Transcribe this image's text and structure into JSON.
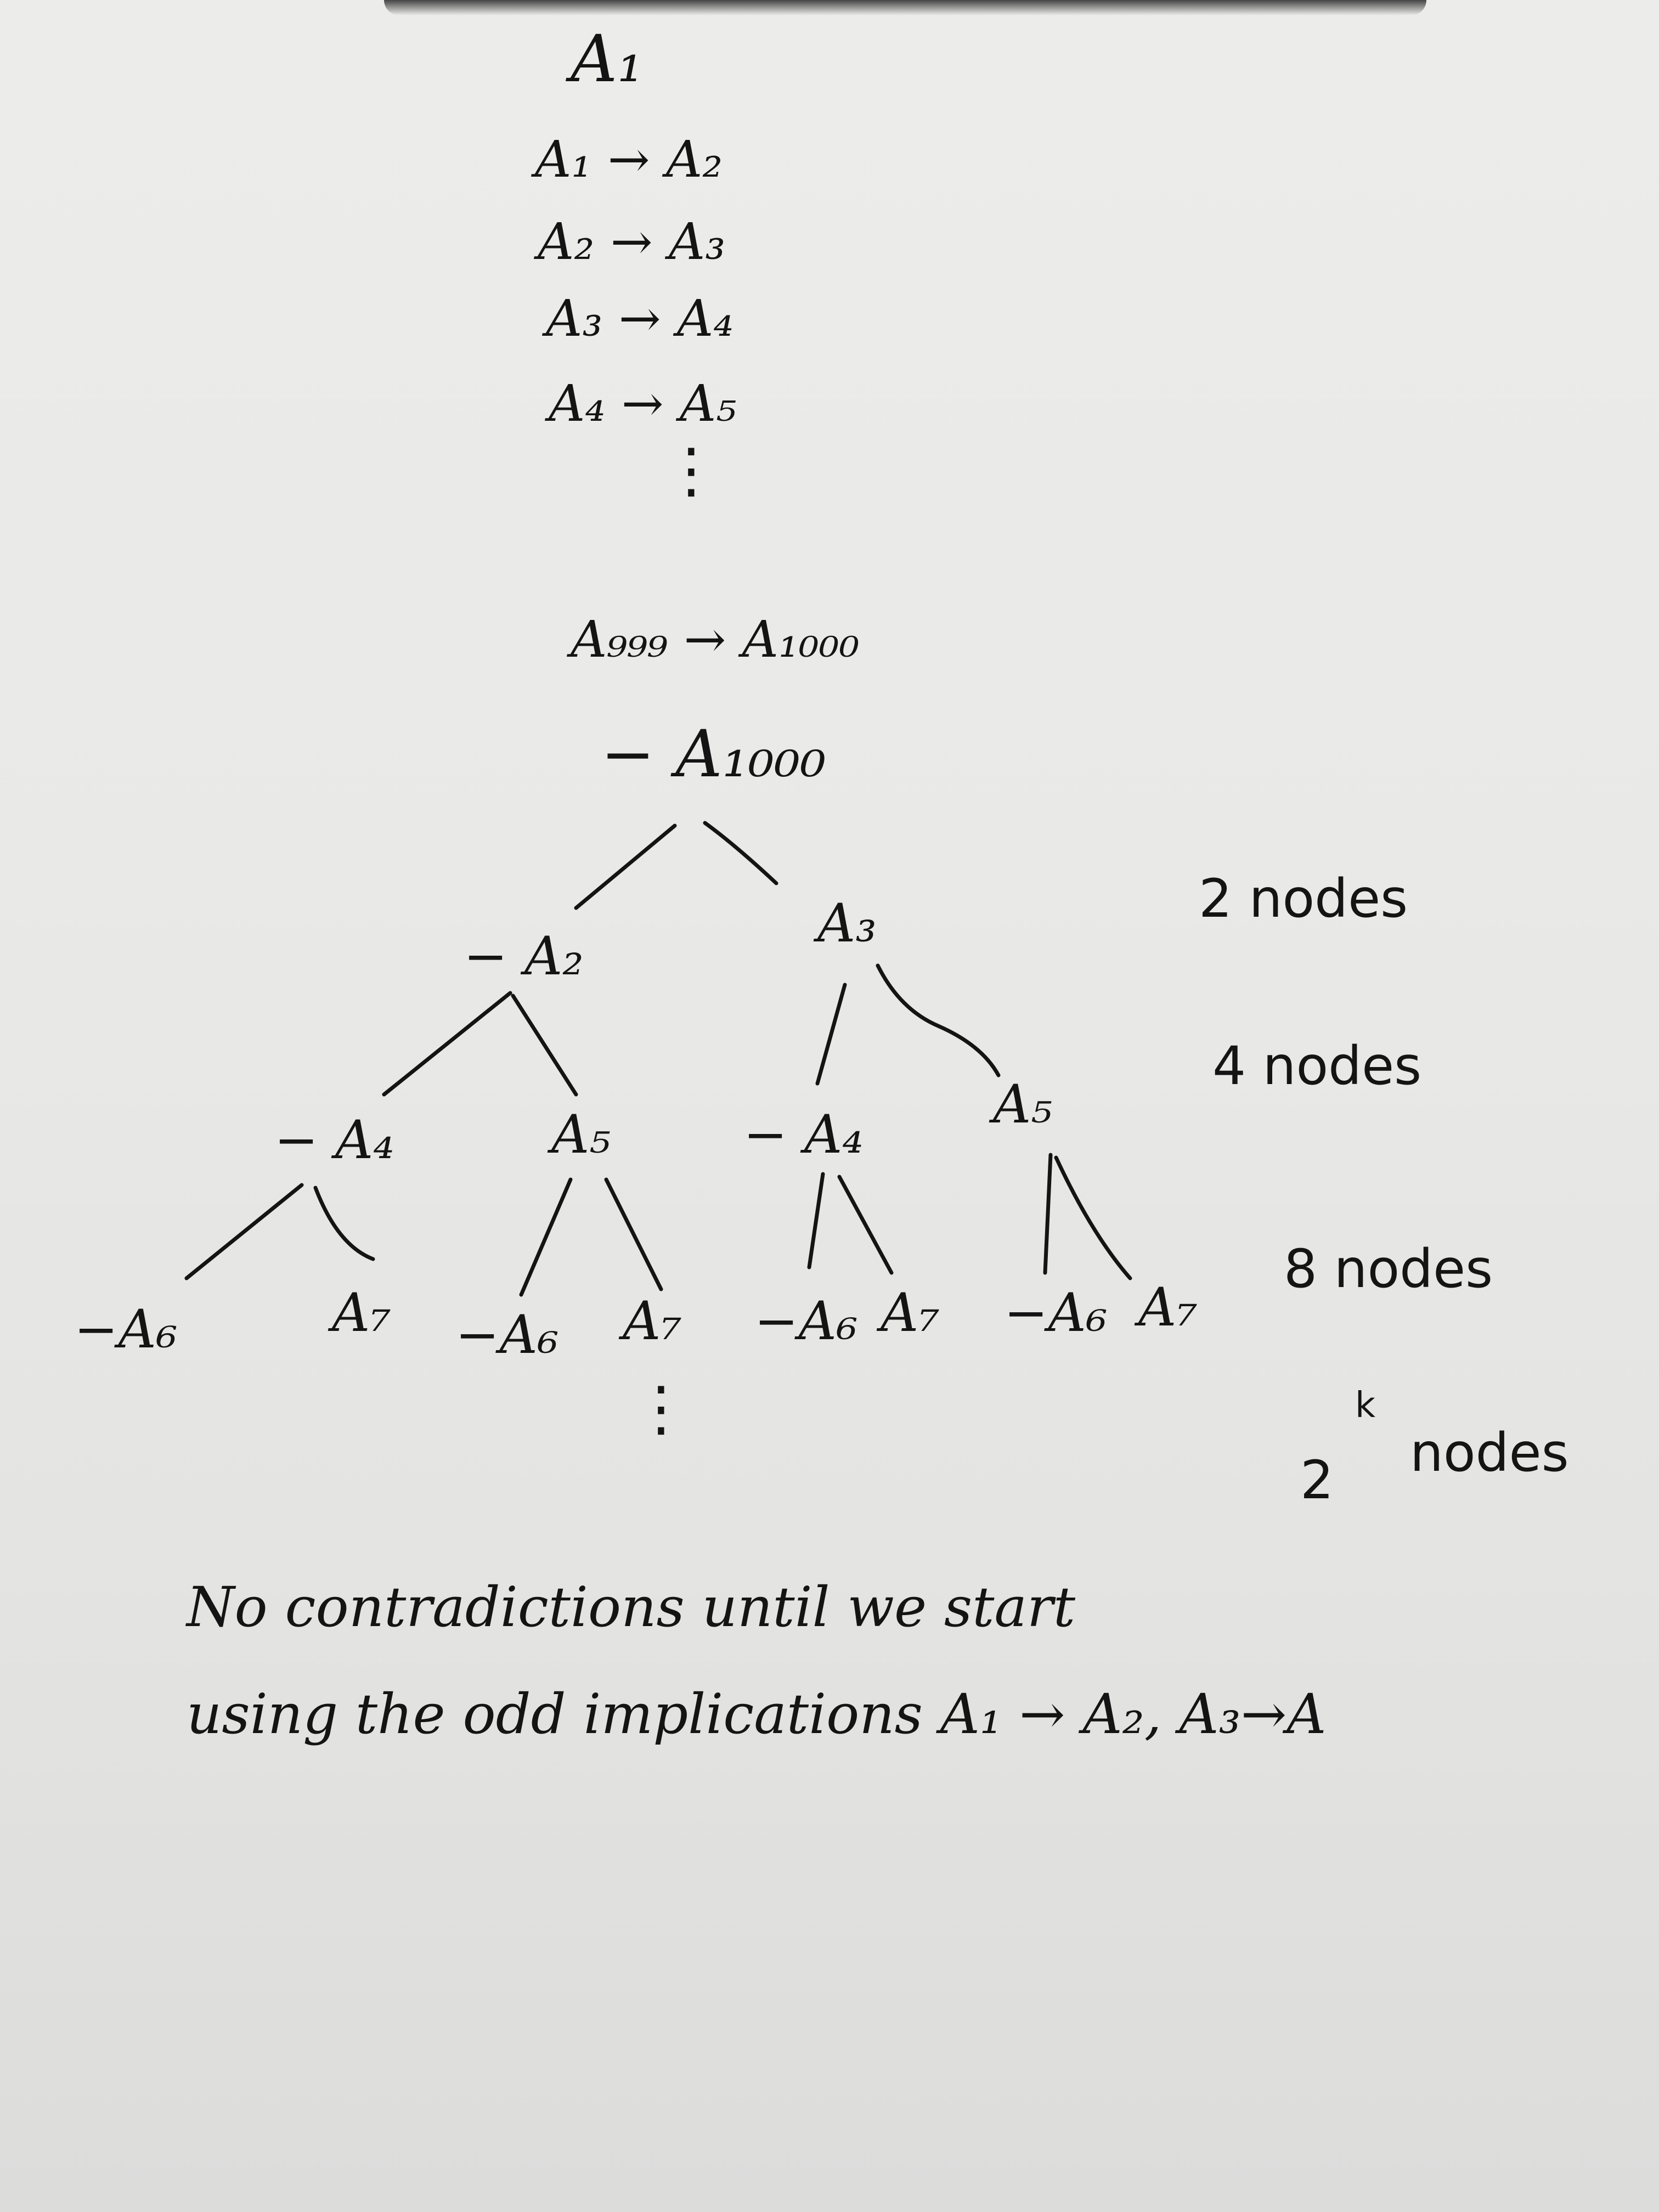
{
  "premises": [
    {
      "id": "p1",
      "text": "A₁"
    },
    {
      "id": "p2",
      "text": "A₁ → A₂"
    },
    {
      "id": "p3",
      "text": "A₂ → A₃"
    },
    {
      "id": "p4",
      "text": "A₃ → A₄"
    },
    {
      "id": "p5",
      "text": "A₄ → A₅"
    },
    {
      "id": "p6",
      "text": "A₉₉₉ → A₁₀₀₀"
    }
  ],
  "ellipsis": "⋮",
  "tree": {
    "root": "− A₁₀₀₀",
    "level1": [
      "− A₂",
      "A₃"
    ],
    "level2": [
      "− A₄",
      "A₅",
      "− A₄",
      "A₅"
    ],
    "level3": [
      "−A₆",
      "A₇",
      "−A₆",
      "A₇",
      "−A₆",
      "A₇",
      "−A₆",
      "A₇"
    ],
    "continuation": "⋮"
  },
  "counts": {
    "level1": "2 nodes",
    "level2": "4 nodes",
    "level3": "8 nodes",
    "general_base": "2",
    "general_exp": "k",
    "general_label": "nodes"
  },
  "caption": {
    "line1": "No contradictions until we start",
    "line2": "using the odd implications A₁ → A₂, A₃→A"
  }
}
